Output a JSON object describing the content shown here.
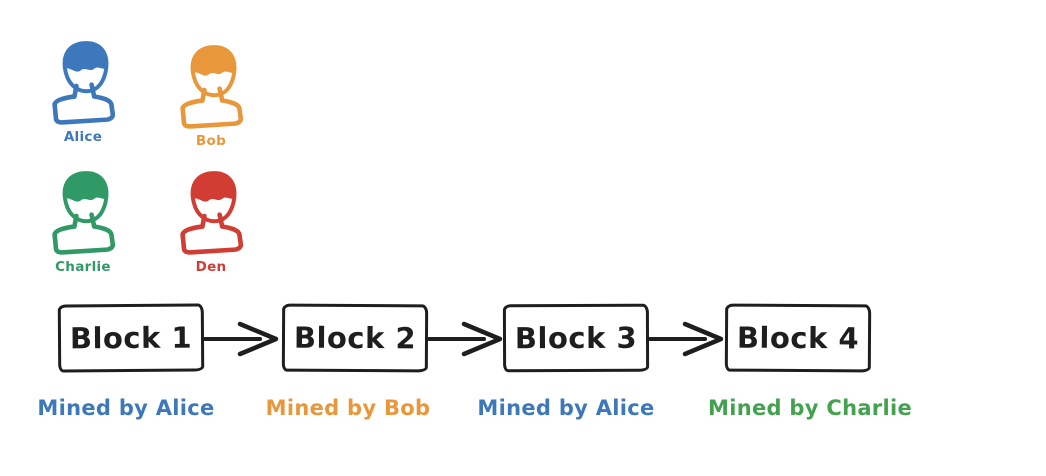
{
  "participants": [
    {
      "name": "Alice",
      "color": "#3c78bb"
    },
    {
      "name": "Bob",
      "color": "#e8973a"
    },
    {
      "name": "Charlie",
      "color": "#2f9a66"
    },
    {
      "name": "Den",
      "color": "#d13c33"
    }
  ],
  "blockchain": {
    "ink_color": "#1e1e1e",
    "blocks": [
      {
        "label": "Block 1",
        "caption": "Mined by Alice",
        "caption_color": "#3c78bb"
      },
      {
        "label": "Block 2",
        "caption": "Mined by Bob",
        "caption_color": "#e8973a"
      },
      {
        "label": "Block 3",
        "caption": "Mined by Alice",
        "caption_color": "#3c78bb"
      },
      {
        "label": "Block 4",
        "caption": "Mined by Charlie",
        "caption_color": "#44a24f"
      }
    ]
  }
}
